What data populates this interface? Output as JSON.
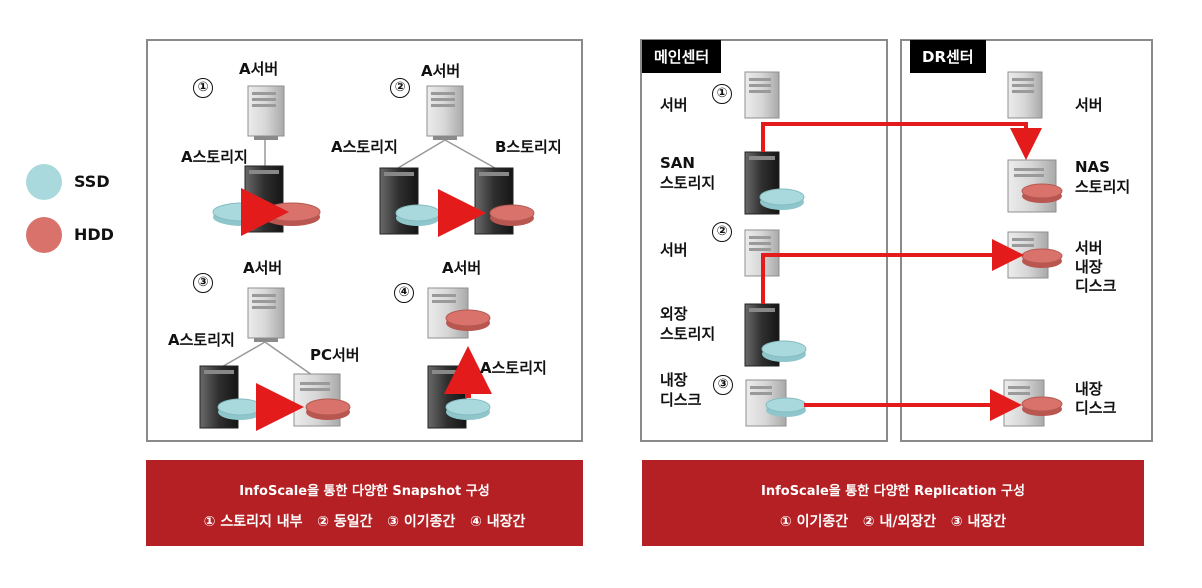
{
  "legend": {
    "ssd": {
      "label": "SSD",
      "color": "#a9d9dd"
    },
    "hdd": {
      "label": "HDD",
      "color": "#d8726b"
    }
  },
  "snapshot": {
    "n1": "①",
    "n2": "②",
    "n3": "③",
    "n4": "④",
    "c1_server": "A서버",
    "c1_storage": "A스토리지",
    "c2_server": "A서버",
    "c2_storage_a": "A스토리지",
    "c2_storage_b": "B스토리지",
    "c3_server": "A서버",
    "c3_storage": "A스토리지",
    "c3_pc": "PC서버",
    "c4_server": "A서버",
    "c4_storage": "A스토리지",
    "banner_title": "InfoScale을 통한 다양한 Snapshot 구성",
    "banner_items": "① 스토리지 내부   ② 동일간   ③ 이기종간   ④ 내장간"
  },
  "replication": {
    "main_center": "메인센터",
    "dr_center": "DR센터",
    "n1": "①",
    "n2": "②",
    "n3": "③",
    "m_server1": "서버",
    "m_san_line1": "SAN",
    "m_san_line2": "스토리지",
    "m_server2": "서버",
    "m_ext_line1": "외장",
    "m_ext_line2": "스토리지",
    "m_int_line1": "내장",
    "m_int_line2": "디스크",
    "dr_server": "서버",
    "dr_nas_line1": "NAS",
    "dr_nas_line2": "스토리지",
    "dr_srv_line1": "서버",
    "dr_srv_line2": "내장",
    "dr_srv_line3": "디스크",
    "dr_int_line1": "내장",
    "dr_int_line2": "디스크",
    "banner_title": "InfoScale을 통한 다양한 Replication 구성",
    "banner_items": "① 이기종간   ② 내/외장간   ③ 내장간"
  }
}
